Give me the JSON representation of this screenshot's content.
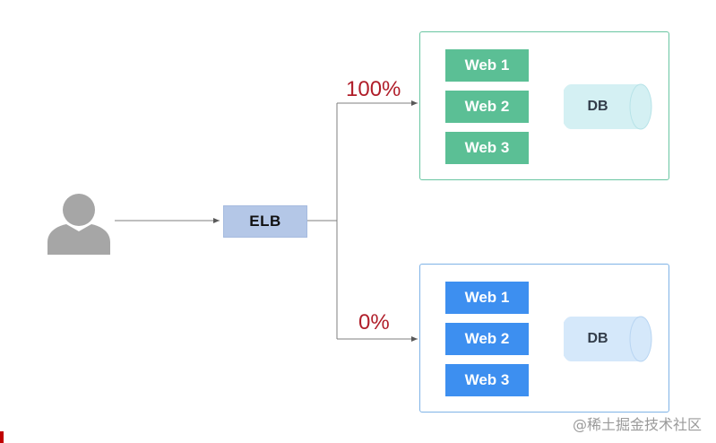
{
  "elb": {
    "label": "ELB"
  },
  "routes": {
    "top_percent": "100%",
    "bottom_percent": "0%"
  },
  "clusters": [
    {
      "color": "#5bbf95",
      "border_color": "#69c5a2",
      "db_fill": "#d4f0f3",
      "webs": [
        "Web 1",
        "Web 2",
        "Web 3"
      ],
      "db_label": "DB"
    },
    {
      "color": "#3d8ff0",
      "border_color": "#7fb3e6",
      "db_fill": "#d5e8fa",
      "webs": [
        "Web 1",
        "Web 2",
        "Web 3"
      ],
      "db_label": "DB"
    }
  ],
  "colors": {
    "percent_text": "#b01e2a",
    "user_icon": "#a6a6a6",
    "elb_fill": "#b4c7e7",
    "connector": "#595959"
  },
  "icons": {
    "user": "user-silhouette-icon"
  },
  "watermark": "@稀土掘金技术社区"
}
